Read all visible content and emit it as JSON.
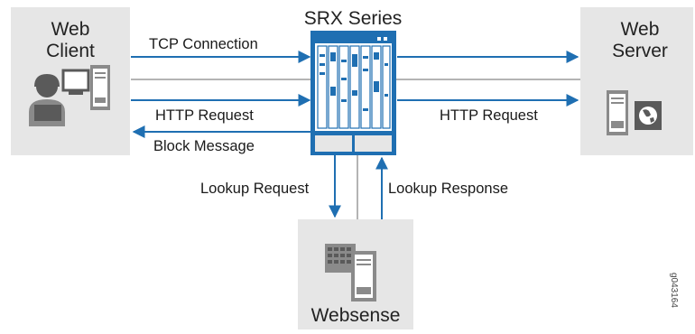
{
  "nodes": {
    "web_client": {
      "line1": "Web",
      "line2": "Client"
    },
    "srx": {
      "title": "SRX Series"
    },
    "web_server": {
      "line1": "Web",
      "line2": "Server"
    },
    "websense": {
      "title": "Websense"
    }
  },
  "flows": {
    "tcp_connection": "TCP Connection",
    "http_request_client": "HTTP Request",
    "http_request_server": "HTTP Request",
    "block_message": "Block Message",
    "lookup_request": "Lookup Request",
    "lookup_response": "Lookup Response"
  },
  "figure_id": "g043164",
  "colors": {
    "box_fill": "#e6e6e6",
    "arrow_blue": "#1f6fb2",
    "line_gray": "#b4b4b4",
    "device_gray": "#8a8a8a",
    "device_dark": "#5a5a5a"
  },
  "icons": {
    "client": "user-computer-icon",
    "server": "server-globe-icon",
    "srx": "srx-chassis-icon",
    "websense": "server-stack-icon"
  }
}
